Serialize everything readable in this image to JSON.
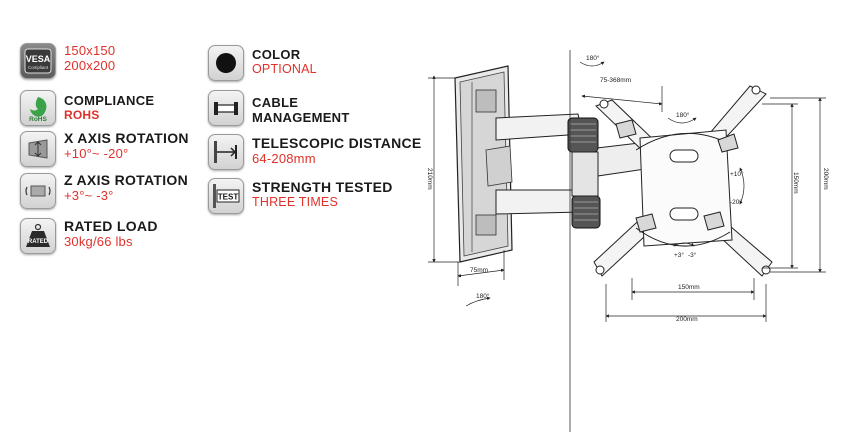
{
  "specs": {
    "vesa": {
      "icon": "vesa-compliant-badge-icon",
      "badge_text": "VESA",
      "badge_sub": "Compliant",
      "line1": "150x150",
      "line2": "200x200"
    },
    "compliance": {
      "icon": "rohs-leaf-icon",
      "badge_text": "RoHS",
      "title": "COMPLIANCE",
      "value": "ROHS"
    },
    "x_axis": {
      "icon": "x-axis-rotation-icon",
      "title": "X AXIS ROTATION",
      "value": "+10°~ -20°"
    },
    "z_axis": {
      "icon": "z-axis-rotation-icon",
      "title": "Z AXIS ROTATION",
      "value": "+3°~ -3°"
    },
    "load": {
      "icon": "rated-load-weight-icon",
      "badge_text": "RATED",
      "title": "RATED LOAD",
      "value": "30kg/66 lbs"
    },
    "color": {
      "icon": "color-dot-icon",
      "title": "COLOR",
      "value": "OPTIONAL"
    },
    "cable": {
      "icon": "cable-management-icon",
      "title_line1": "CABLE",
      "title_line2": "MANAGEMENT"
    },
    "telescopic": {
      "icon": "telescopic-distance-icon",
      "title": "TELESCOPIC DISTANCE",
      "value": "64-208mm"
    },
    "strength": {
      "icon": "strength-test-icon",
      "badge_text": "TEST",
      "title": "STRENGTH TESTED",
      "value": "THREE TIMES"
    }
  },
  "diagram": {
    "dimensions": {
      "arm_extension": "75-368mm",
      "wall_plate_height": "210mm",
      "wall_plate_depth": "75mm",
      "vesa_h_small": "150mm",
      "vesa_h_large": "200mm",
      "vesa_v_small": "150mm",
      "vesa_v_large": "200mm"
    },
    "angles": {
      "swivel_top": "180°",
      "swivel_mid": "180°",
      "swivel_bottom": "180°",
      "tilt_up": "+10°",
      "tilt_down": "-20°",
      "rotate_plus": "+3°",
      "rotate_minus": "-3°"
    }
  }
}
